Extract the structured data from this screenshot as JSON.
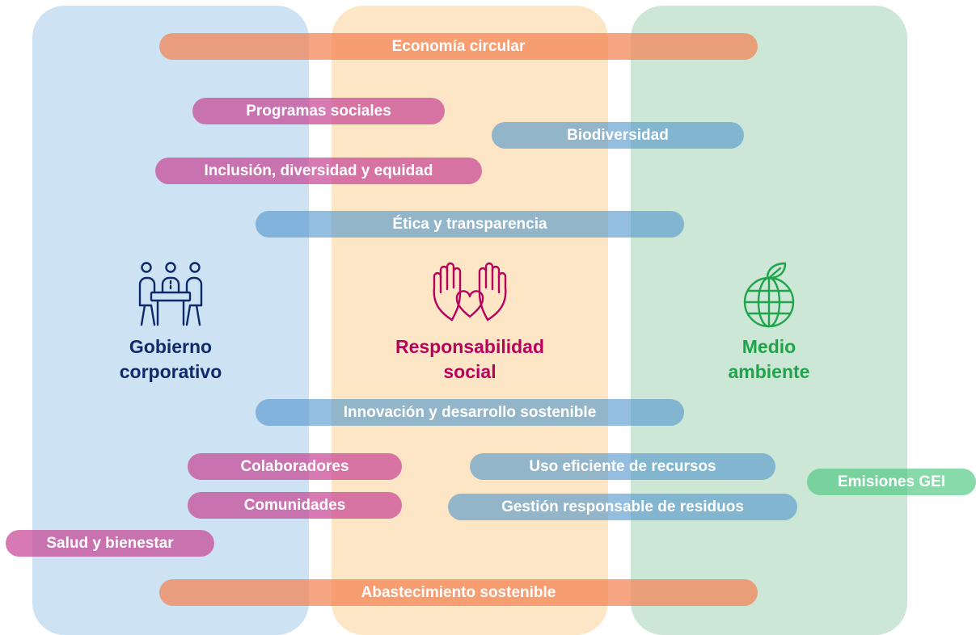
{
  "columns": [
    {
      "name": "Gobierno corporativo",
      "color": "#cde2f3"
    },
    {
      "name": "Responsabilidad social",
      "color": "#fde6c6"
    },
    {
      "name": "Medio ambiente",
      "color": "#cde7d6"
    }
  ],
  "categories": {
    "gobierno": {
      "line1": "Gobierno",
      "line2": "corporativo",
      "color": "#0f2a6b",
      "icon": "meeting-people-icon"
    },
    "social": {
      "line1": "Responsabilidad",
      "line2": "social",
      "color": "#b8005f",
      "icon": "hands-heart-icon"
    },
    "medio": {
      "line1": "Medio",
      "line2": "ambiente",
      "color": "#1ea44a",
      "icon": "globe-leaf-icon"
    }
  },
  "pills": {
    "economia": "Economía circular",
    "programas": "Programas sociales",
    "biodiversidad": "Biodiversidad",
    "inclusion": "Inclusión, diversidad y equidad",
    "etica": "Ética y transparencia",
    "innovacion": "Innovación y desarrollo sostenible",
    "colaboradores": "Colaboradores",
    "uso": "Uso eficiente de recursos",
    "emisiones": "Emisiones GEI",
    "comunidades": "Comunidades",
    "gestion": "Gestión responsable de residuos",
    "salud": "Salud y bienestar",
    "abastecimiento": "Abastecimiento sostenible"
  },
  "pill_colors": {
    "orange": "#f38252",
    "pink": "#c84696",
    "blue": "#5296cd",
    "green": "#50c882"
  }
}
